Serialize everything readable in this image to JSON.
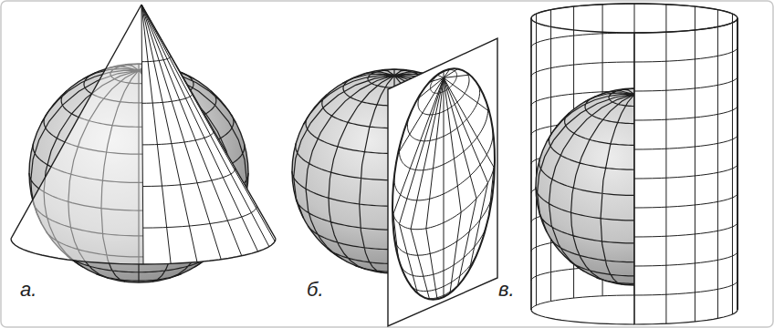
{
  "diagram": {
    "labels": [
      "а.",
      "б.",
      "в."
    ]
  }
}
